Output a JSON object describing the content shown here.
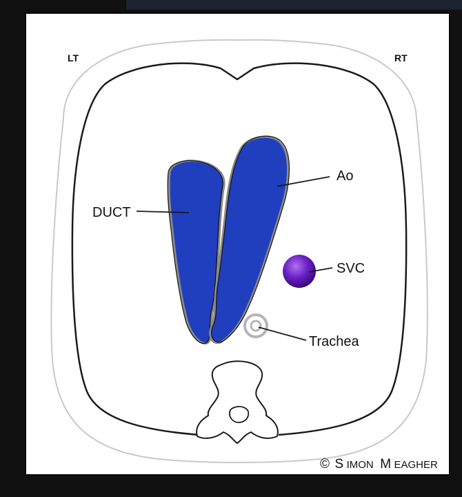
{
  "labels": {
    "left_side": "LT",
    "right_side": "RT",
    "duct": "DUCT",
    "aorta": "Ao",
    "svc": "SVC",
    "trachea": "Trachea"
  },
  "copyright": {
    "symbol": "©",
    "first_initial": "S",
    "first_rest": "IMON",
    "last_initial": "M",
    "last_rest": "EAGHER"
  },
  "colors": {
    "vessel_fill": "#1f3fbf",
    "vessel_edge": "#8a8a8a",
    "svc_fill": "#6a1fc4",
    "frame_background": "#101010",
    "canvas_background": "#ffffff"
  }
}
